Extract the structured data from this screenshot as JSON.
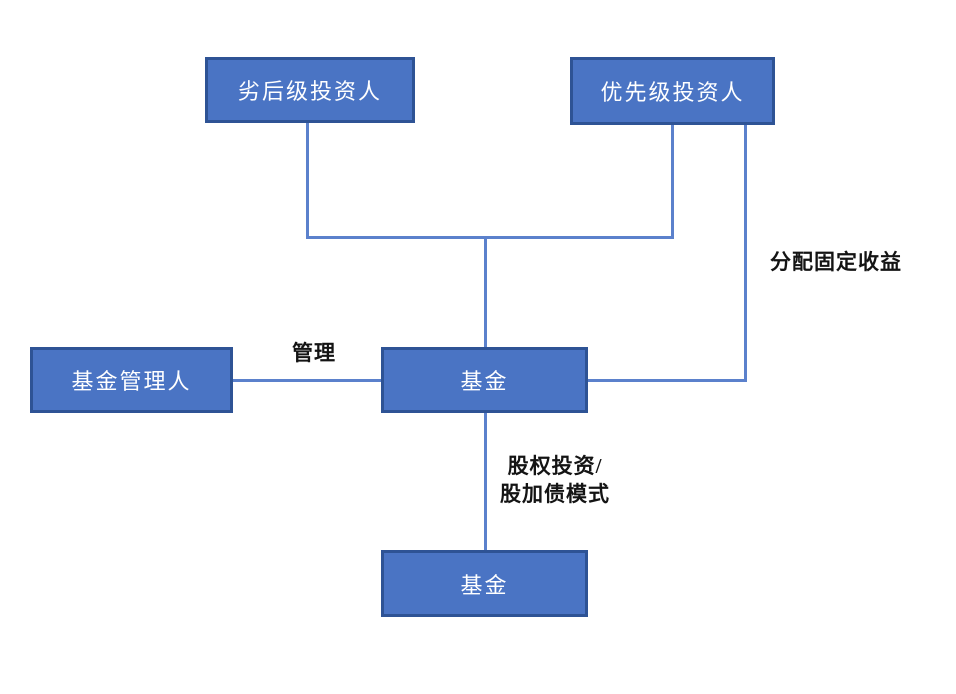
{
  "diagram": {
    "title": "fund-structure-diagram",
    "nodes": {
      "junior_investor": "劣后级投资人",
      "senior_investor": "优先级投资人",
      "fund_manager": "基金管理人",
      "fund_center": "基金",
      "fund_bottom": "基金"
    },
    "labels": {
      "manage": "管理",
      "fixed_income": "分配固定收益",
      "equity_line1": "股权投资/",
      "equity_line2": "股加债模式"
    },
    "edges": [
      {
        "from": "junior_investor",
        "to": "fund_center",
        "via": "bus",
        "label": ""
      },
      {
        "from": "senior_investor",
        "to": "fund_center",
        "via": "bus",
        "label": ""
      },
      {
        "from": "fund_manager",
        "to": "fund_center",
        "label": "管理"
      },
      {
        "from": "fund_center",
        "to": "senior_investor",
        "label": "分配固定收益"
      },
      {
        "from": "fund_center",
        "to": "fund_bottom",
        "label": "股权投资/股加债模式"
      }
    ],
    "colors": {
      "node_fill": "#4a74c4",
      "node_border": "#2e5395",
      "connector": "#5b81cc",
      "node_text": "#ffffff",
      "label_text": "#141414",
      "canvas_bg": "#ffffff"
    }
  }
}
